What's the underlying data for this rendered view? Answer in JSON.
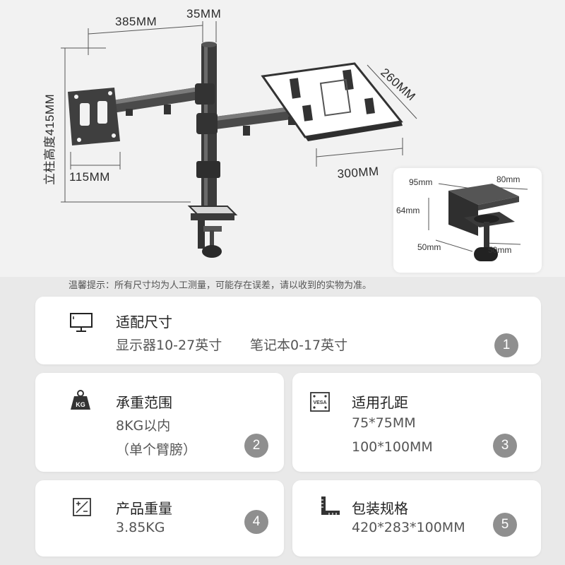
{
  "diagram": {
    "dim_arm_length": "385MM",
    "dim_pole_diameter": "35MM",
    "dim_pole_height": "立柱高度415MM",
    "dim_vesa_plate": "115MM",
    "dim_tray_depth": "260MM",
    "dim_tray_width": "300MM"
  },
  "clamp": {
    "dim_top_left": "95mm",
    "dim_top_right": "80mm",
    "dim_height": "64mm",
    "dim_bottom_left": "50mm",
    "dim_bottom_right": "50mm"
  },
  "note": "温馨提示：所有尺寸均为人工测量，可能存在误差，请以收到的实物为准。",
  "specs": {
    "fit_size": {
      "title": "适配尺寸",
      "value_monitor": "显示器10-27英寸",
      "value_laptop": "笔记本0-17英寸",
      "badge": "1",
      "icon": "monitor-icon"
    },
    "load": {
      "title": "承重范围",
      "value_line1": "8KG以内",
      "value_line2": "（单个臂膀）",
      "badge": "2",
      "icon": "weight-icon",
      "icon_text": "KG"
    },
    "vesa": {
      "title": "适用孔距",
      "value_line1": "75*75MM",
      "value_line2": "100*100MM",
      "badge": "3",
      "icon": "vesa-icon",
      "icon_text": "VESA"
    },
    "weight": {
      "title": "产品重量",
      "value": "3.85KG",
      "badge": "4",
      "icon": "scale-icon"
    },
    "package": {
      "title": "包装规格",
      "value": "420*283*100MM",
      "badge": "5",
      "icon": "ruler-icon"
    }
  },
  "colors": {
    "background": "#e9e9e9",
    "card": "#ffffff",
    "badge": "#8f8f8f",
    "text": "#222222",
    "metal": "#3a3a3a"
  }
}
